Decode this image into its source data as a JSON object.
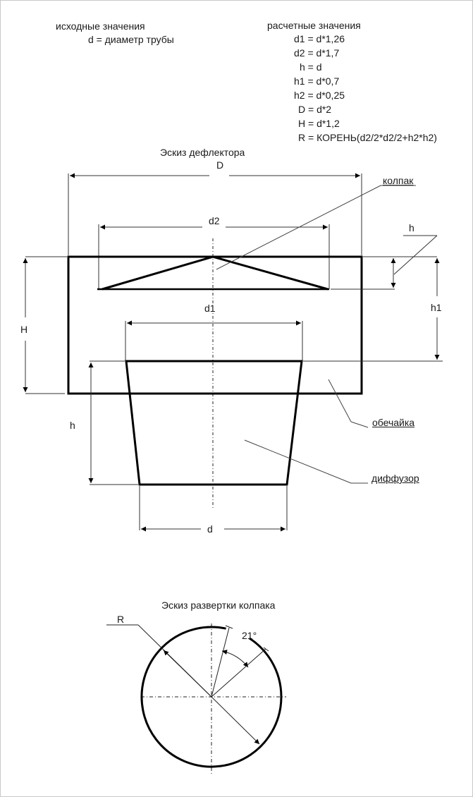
{
  "inputs": {
    "heading": "исходные значения",
    "items": [
      "d = диаметр трубы"
    ]
  },
  "computed": {
    "heading": "расчетные значения",
    "formulas": [
      "d1 = d*1,26",
      "d2 = d*1,7",
      "h = d",
      "h1 = d*0,7",
      "h2 = d*0,25",
      "D = d*2",
      "H = d*1,2",
      "R = КОРЕНЬ(d2/2*d2/2+h2*h2)"
    ]
  },
  "deflector_sketch": {
    "title": "Эскиз дефлектора",
    "dimensions": {
      "D": "D",
      "d2": "d2",
      "d1": "d1",
      "d": "d",
      "H": "H",
      "h_cap": "h",
      "h1": "h1",
      "h_diffuser": "h"
    },
    "callouts": {
      "cap": "колпак",
      "shell": "обечайка",
      "diffuser": "диффузор"
    }
  },
  "cap_unfold_sketch": {
    "title": "Эскиз развертки колпака",
    "radius_label": "R",
    "angle_label": "21°"
  },
  "colors": {
    "line": "#000000",
    "thin_line": "#333333",
    "text": "#1a1a1a",
    "border": "#c8c8c8"
  }
}
